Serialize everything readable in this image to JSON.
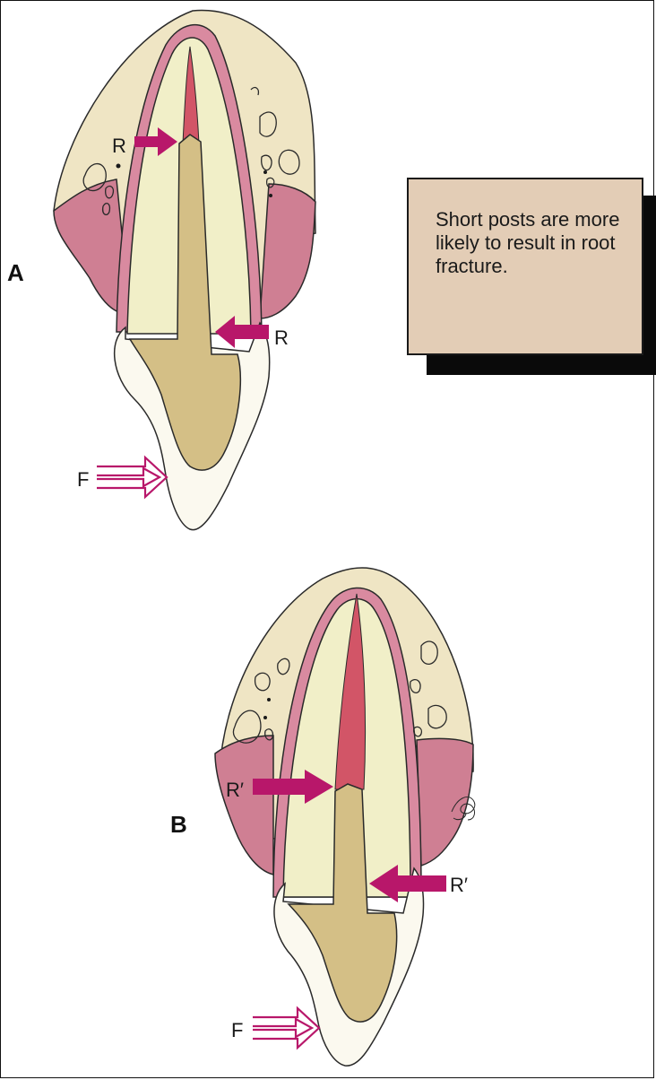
{
  "panels": [
    {
      "id": "A",
      "label": "A",
      "arrow_labels": {
        "upper": "R",
        "lower": "R",
        "force": "F"
      }
    },
    {
      "id": "B",
      "label": "B",
      "arrow_labels": {
        "upper": "R′",
        "lower": "R′",
        "force": "F"
      }
    }
  ],
  "note": {
    "text": "Short posts are more likely to result in root fracture."
  },
  "colors": {
    "bone": "#efe5c4",
    "gingiva": "#cf7f93",
    "ligament": "#d98aa0",
    "root_dentin": "#f1efc8",
    "canal": "#d25567",
    "post": "#d4bf86",
    "crown": "#fbf9ef",
    "arrow": "#b8176a",
    "note_bg": "#e3cdb6"
  }
}
